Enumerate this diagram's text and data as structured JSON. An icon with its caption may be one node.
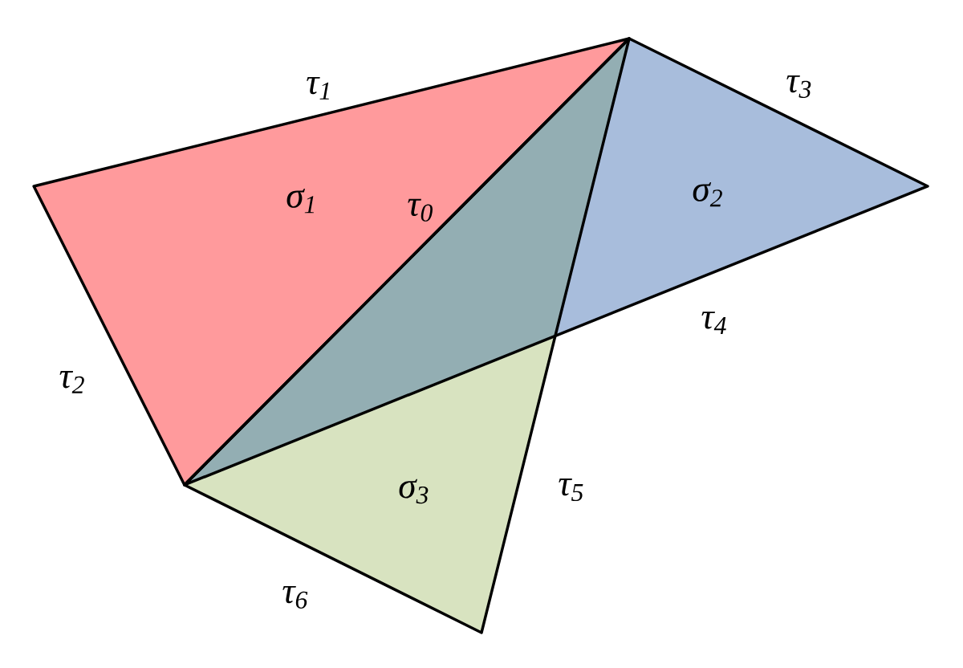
{
  "diagram": {
    "nodes": [
      {
        "text": [
          "σ$_{1}$"
        ]
      },
      {
        "text": [
          "σ$_{2}$"
        ]
      },
      {
        "text": [
          "σ$_{3}$"
        ]
      }
    ],
    "labels": [
      "τ$_{1}$",
      "τ$_{3}$",
      "τ$_{0}$",
      "τ$_{4}$",
      "τ$_{2}$",
      "τ$_{5}$",
      "τ$_{6}$"
    ]
  }
}
